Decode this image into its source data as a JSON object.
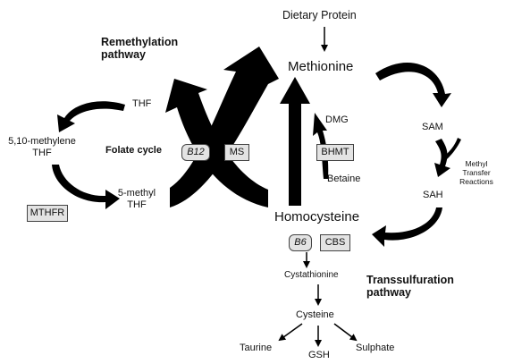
{
  "labels": {
    "dietary_protein": "Dietary Protein",
    "methionine": "Methionine",
    "homocysteine": "Homocysteine",
    "remethylation_line1": "Remethylation",
    "remethylation_line2": "pathway",
    "transsulfuration_line1": "Transsulfuration",
    "transsulfuration_line2": "pathway",
    "thf": "THF",
    "methylene_thf_line1": "5,10-methylene",
    "methylene_thf_line2": "THF",
    "methyl_thf_line1": "5-methyl",
    "methyl_thf_line2": "THF",
    "folate_cycle": "Folate cycle",
    "dmg": "DMG",
    "betaine": "Betaine",
    "sam": "SAM",
    "sah": "SAH",
    "methyl_transfer_line1": "Methyl",
    "methyl_transfer_line2": "Transfer",
    "methyl_transfer_line3": "Reactions",
    "cystathionine": "Cystathionine",
    "cysteine": "Cysteine",
    "taurine": "Taurine",
    "gsh": "GSH",
    "sulphate": "Sulphate"
  },
  "boxes": {
    "mthfr": "MTHFR",
    "b12": "B12",
    "ms": "MS",
    "bhmt": "BHMT",
    "b6": "B6",
    "cbs": "CBS"
  }
}
